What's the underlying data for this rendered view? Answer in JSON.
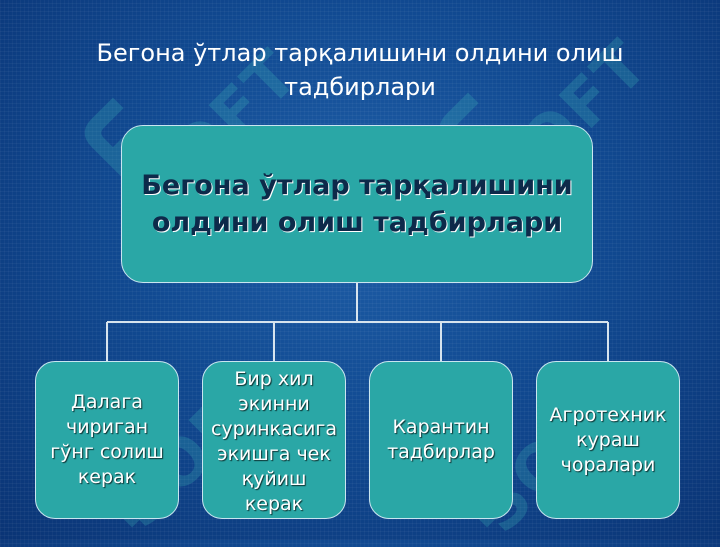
{
  "title": [
    "Бегона ўтлар тарқалишини олдини олиш",
    "тадбирлари"
  ],
  "watermark_text": "SOFT",
  "root": {
    "lines": [
      "Бегона ўтлар тарқалишини",
      "олдини олиш тадбирлари"
    ]
  },
  "children": [
    {
      "lines": [
        "Далага",
        "чириган",
        "гўнг солиш",
        "керак"
      ]
    },
    {
      "lines": [
        "Бир хил",
        "экинни",
        "суринкасига",
        "экишга чек",
        "қуйиш",
        "керак"
      ]
    },
    {
      "lines": [
        "Карантин",
        "тадбирлар"
      ]
    },
    {
      "lines": [
        "Агротехник",
        "кураш",
        "чоралари"
      ]
    }
  ],
  "colors": {
    "box_fill": "#2aa7a6",
    "box_border": "#c9e6f0",
    "connector": "#d7e4ee",
    "background": "#114a92"
  }
}
